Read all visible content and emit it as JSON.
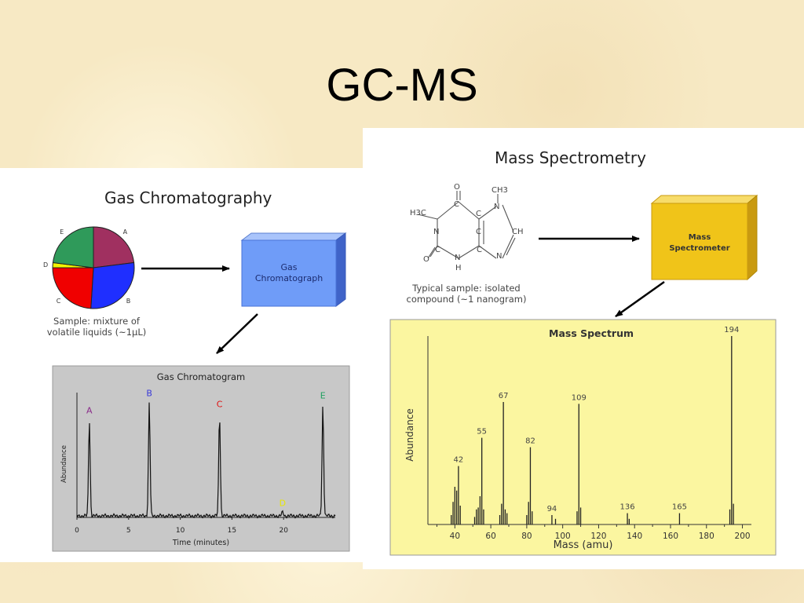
{
  "slide": {
    "title": "GC-MS"
  },
  "gc": {
    "heading": "Gas Chromatography",
    "sample_caption": [
      "Sample: mixture of",
      "volatile liquids (~1μL)"
    ],
    "pie": {
      "slices": [
        {
          "label": "A",
          "fraction": 0.23,
          "color": "#a03060"
        },
        {
          "label": "B",
          "fraction": 0.28,
          "color": "#1f2fff"
        },
        {
          "label": "C",
          "fraction": 0.24,
          "color": "#f00000"
        },
        {
          "label": "D",
          "fraction": 0.02,
          "color": "#f4f400"
        },
        {
          "label": "E",
          "fraction": 0.23,
          "color": "#2f9a5a"
        }
      ]
    },
    "instrument_label": [
      "Gas",
      "Chromatograph"
    ],
    "instrument_color": "#6f9cf8",
    "chromatogram": {
      "title": "Gas Chromatogram",
      "xlabel": "Time (minutes)",
      "ylabel": "Abundance",
      "xlim": [
        0,
        25
      ],
      "ticks": [
        0,
        5,
        10,
        15,
        20
      ],
      "peaks": [
        {
          "label": "A",
          "time": 1.2,
          "height": 0.78,
          "color": "#8a2b8a"
        },
        {
          "label": "B",
          "time": 7.0,
          "height": 0.92,
          "color": "#3a3ad8"
        },
        {
          "label": "C",
          "time": 13.8,
          "height": 0.83,
          "color": "#e01010"
        },
        {
          "label": "D",
          "time": 19.9,
          "height": 0.03,
          "color": "#e8e800"
        },
        {
          "label": "E",
          "time": 23.8,
          "height": 0.9,
          "color": "#20a060"
        }
      ]
    }
  },
  "ms": {
    "heading": "Mass Spectrometry",
    "sample_caption": [
      "Typical sample: isolated",
      "compound (~1 nanogram)"
    ],
    "molecule_atoms": [
      "O",
      "CH3",
      "H3C",
      "C",
      "C",
      "N",
      "N",
      "C",
      "CH",
      "C",
      "C",
      "N",
      "O",
      "N",
      "H"
    ],
    "instrument_label": [
      "Mass",
      "Spectrometer"
    ],
    "instrument_color": "#f0c419",
    "spectrum": {
      "title": "Mass Spectrum",
      "xlabel": "Mass (amu)",
      "ylabel": "Abundance",
      "xlim": [
        25,
        205
      ],
      "ticks": [
        40,
        60,
        80,
        100,
        120,
        140,
        160,
        180,
        200
      ],
      "peaks": [
        {
          "mz": 38,
          "h": 0.05
        },
        {
          "mz": 39,
          "h": 0.12
        },
        {
          "mz": 40,
          "h": 0.2
        },
        {
          "mz": 41,
          "h": 0.18
        },
        {
          "mz": 42,
          "h": 0.31,
          "label": "42"
        },
        {
          "mz": 43,
          "h": 0.1
        },
        {
          "mz": 51,
          "h": 0.04
        },
        {
          "mz": 52,
          "h": 0.08
        },
        {
          "mz": 53,
          "h": 0.09
        },
        {
          "mz": 54,
          "h": 0.15
        },
        {
          "mz": 55,
          "h": 0.46,
          "label": "55"
        },
        {
          "mz": 56,
          "h": 0.08
        },
        {
          "mz": 65,
          "h": 0.05
        },
        {
          "mz": 66,
          "h": 0.11
        },
        {
          "mz": 67,
          "h": 0.65,
          "label": "67"
        },
        {
          "mz": 68,
          "h": 0.08
        },
        {
          "mz": 69,
          "h": 0.06
        },
        {
          "mz": 80,
          "h": 0.05
        },
        {
          "mz": 81,
          "h": 0.12
        },
        {
          "mz": 82,
          "h": 0.41,
          "label": "82"
        },
        {
          "mz": 83,
          "h": 0.07
        },
        {
          "mz": 94,
          "h": 0.05,
          "label": "94"
        },
        {
          "mz": 96,
          "h": 0.03
        },
        {
          "mz": 108,
          "h": 0.07
        },
        {
          "mz": 109,
          "h": 0.64,
          "label": "109"
        },
        {
          "mz": 110,
          "h": 0.09
        },
        {
          "mz": 136,
          "h": 0.06,
          "label": "136"
        },
        {
          "mz": 137,
          "h": 0.03
        },
        {
          "mz": 165,
          "h": 0.06,
          "label": "165"
        },
        {
          "mz": 193,
          "h": 0.08
        },
        {
          "mz": 194,
          "h": 1.0,
          "label": "194"
        },
        {
          "mz": 195,
          "h": 0.11
        }
      ]
    }
  }
}
